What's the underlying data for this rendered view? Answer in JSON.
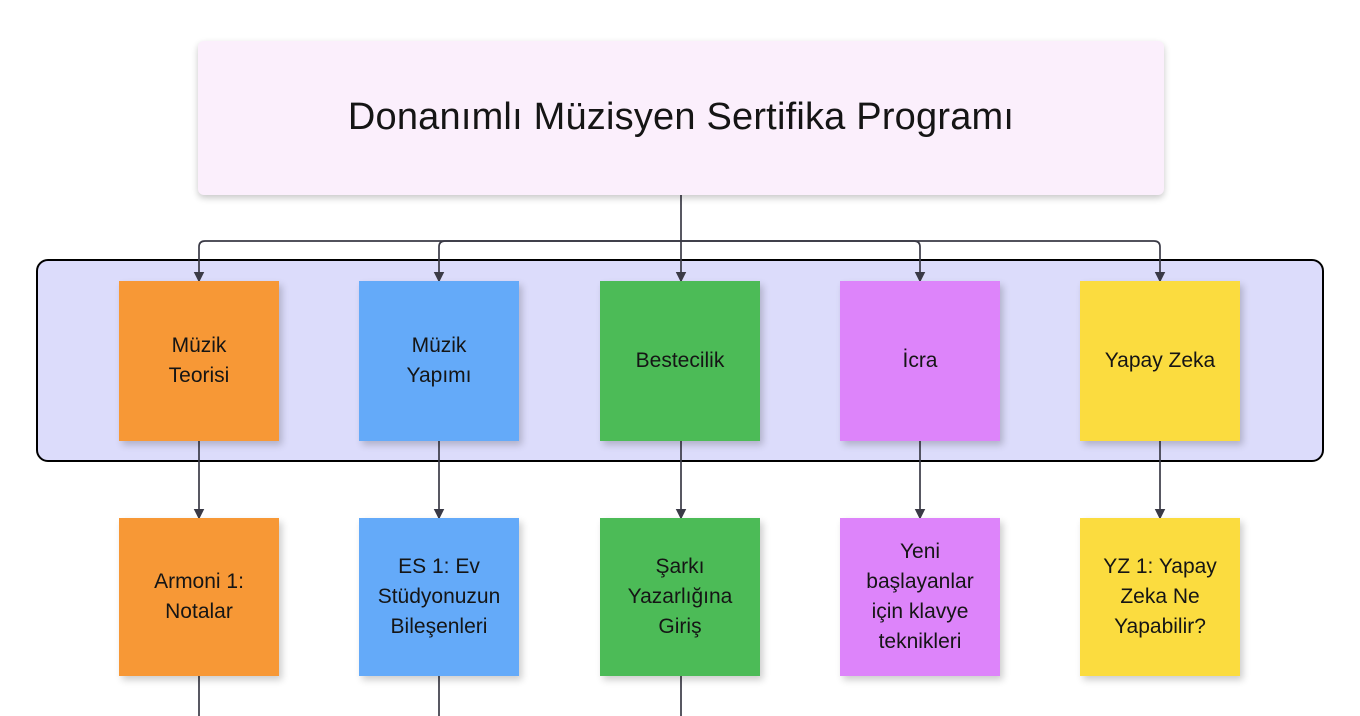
{
  "diagram": {
    "type": "hierarchy-flowchart",
    "title_card": {
      "label": "Donanımlı Müzisyen Sertifika Programı",
      "fill": "#fbeffc"
    },
    "group_container": {
      "name": "categories-group",
      "fill": "#dcdcfb",
      "border": "#000000"
    },
    "categories": [
      {
        "label": "Müzik\nTeorisi",
        "color": "#f79836",
        "color_name": "orange"
      },
      {
        "label": "Müzik\nYapımı",
        "color": "#64aaf9",
        "color_name": "blue"
      },
      {
        "label": "Bestecilik",
        "color": "#4cbb57",
        "color_name": "green"
      },
      {
        "label": "İcra",
        "color": "#dd84fa",
        "color_name": "magenta"
      },
      {
        "label": "Yapay Zeka",
        "color": "#fbdc3f",
        "color_name": "yellow"
      }
    ],
    "courses": [
      {
        "label": "Armoni 1:\nNotalar",
        "color": "#f79836",
        "color_name": "orange"
      },
      {
        "label": "ES 1: Ev\nStüdyonuzun\nBileşenleri",
        "color": "#64aaf9",
        "color_name": "blue"
      },
      {
        "label": "Şarkı\nYazarlığına\nGiriş",
        "color": "#4cbb57",
        "color_name": "green"
      },
      {
        "label": "Yeni\nbaşlayanlar\niçin klavye\nteknikleri",
        "color": "#dd84fa",
        "color_name": "magenta"
      },
      {
        "label": "YZ 1: Yapay\nZeka Ne\nYapabilir?",
        "color": "#fbdc3f",
        "color_name": "yellow"
      }
    ],
    "edges": {
      "stroke": "#3a3a46",
      "arrowhead": "filled-triangle"
    }
  }
}
